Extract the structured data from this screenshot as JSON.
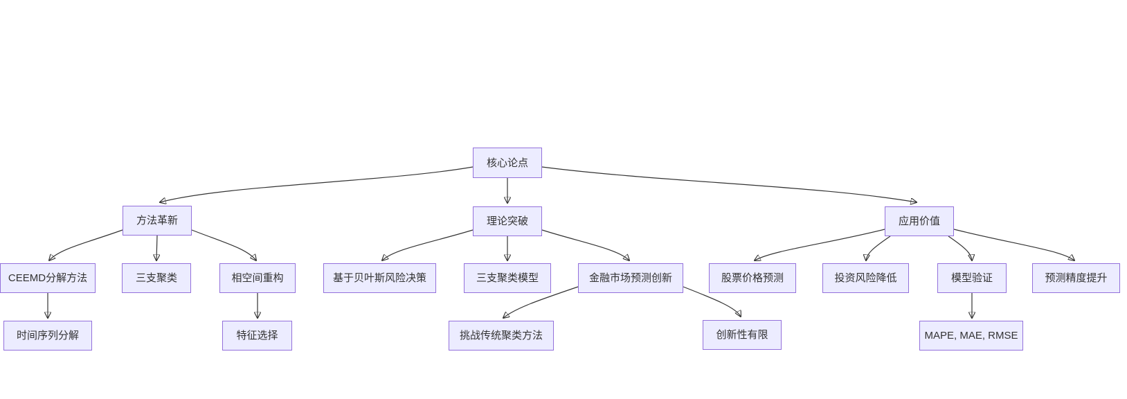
{
  "diagram": {
    "type": "flowchart-top-down",
    "colors": {
      "background": "#ffffff",
      "node_fill": "#ECECFF",
      "node_border": "#9370DB",
      "node_text": "#333333",
      "edge_line": "#333333"
    },
    "nodes": {
      "core": {
        "label": "核心论点"
      },
      "method": {
        "label": "方法革新"
      },
      "theory": {
        "label": "理论突破"
      },
      "value": {
        "label": "应用价值"
      },
      "ceemd": {
        "label": "CEEMD分解方法"
      },
      "three_way": {
        "label": "三支聚类"
      },
      "phase": {
        "label": "相空间重构"
      },
      "bayes": {
        "label": "基于贝叶斯风险决策"
      },
      "three_model": {
        "label": "三支聚类模型"
      },
      "finance": {
        "label": "金融市场预测创新"
      },
      "stock": {
        "label": "股票价格预测"
      },
      "invest": {
        "label": "投资风险降低"
      },
      "validate": {
        "label": "模型验证"
      },
      "precision": {
        "label": "预测精度提升"
      },
      "ts_decomp": {
        "label": "时间序列分解"
      },
      "feature": {
        "label": "特征选择"
      },
      "challenge": {
        "label": "挑战传统聚类方法"
      },
      "limited": {
        "label": "创新性有限"
      },
      "metrics": {
        "label": "MAPE, MAE, RMSE"
      }
    },
    "edges": [
      {
        "from": "core",
        "to": "method"
      },
      {
        "from": "core",
        "to": "theory"
      },
      {
        "from": "core",
        "to": "value"
      },
      {
        "from": "method",
        "to": "ceemd"
      },
      {
        "from": "method",
        "to": "three_way"
      },
      {
        "from": "method",
        "to": "phase"
      },
      {
        "from": "theory",
        "to": "bayes"
      },
      {
        "from": "theory",
        "to": "three_model"
      },
      {
        "from": "theory",
        "to": "finance"
      },
      {
        "from": "value",
        "to": "stock"
      },
      {
        "from": "value",
        "to": "invest"
      },
      {
        "from": "value",
        "to": "validate"
      },
      {
        "from": "value",
        "to": "precision"
      },
      {
        "from": "ceemd",
        "to": "ts_decomp"
      },
      {
        "from": "phase",
        "to": "feature"
      },
      {
        "from": "finance",
        "to": "challenge"
      },
      {
        "from": "finance",
        "to": "limited"
      },
      {
        "from": "validate",
        "to": "metrics"
      }
    ]
  }
}
